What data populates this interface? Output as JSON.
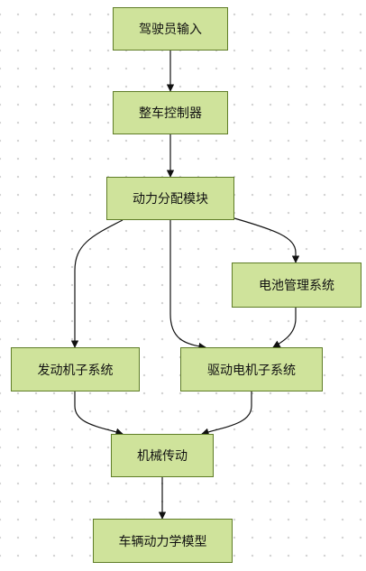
{
  "diagram": {
    "nodes": {
      "driver_input": "驾驶员输入",
      "vehicle_controller": "整车控制器",
      "power_distribution": "动力分配模块",
      "battery_management": "电池管理系统",
      "engine_subsystem": "发动机子系统",
      "motor_subsystem": "驱动电机子系统",
      "mechanical_transmission": "机械传动",
      "vehicle_dynamics_model": "车辆动力学模型"
    },
    "edges": [
      {
        "from": "driver_input",
        "to": "vehicle_controller"
      },
      {
        "from": "vehicle_controller",
        "to": "power_distribution"
      },
      {
        "from": "power_distribution",
        "to": "engine_subsystem"
      },
      {
        "from": "power_distribution",
        "to": "motor_subsystem"
      },
      {
        "from": "power_distribution",
        "to": "battery_management"
      },
      {
        "from": "battery_management",
        "to": "motor_subsystem"
      },
      {
        "from": "engine_subsystem",
        "to": "mechanical_transmission"
      },
      {
        "from": "motor_subsystem",
        "to": "mechanical_transmission"
      },
      {
        "from": "mechanical_transmission",
        "to": "vehicle_dynamics_model"
      }
    ],
    "colors": {
      "node_fill": "#cfe39b",
      "node_border": "#5f7d27",
      "edge": "#111111"
    }
  }
}
